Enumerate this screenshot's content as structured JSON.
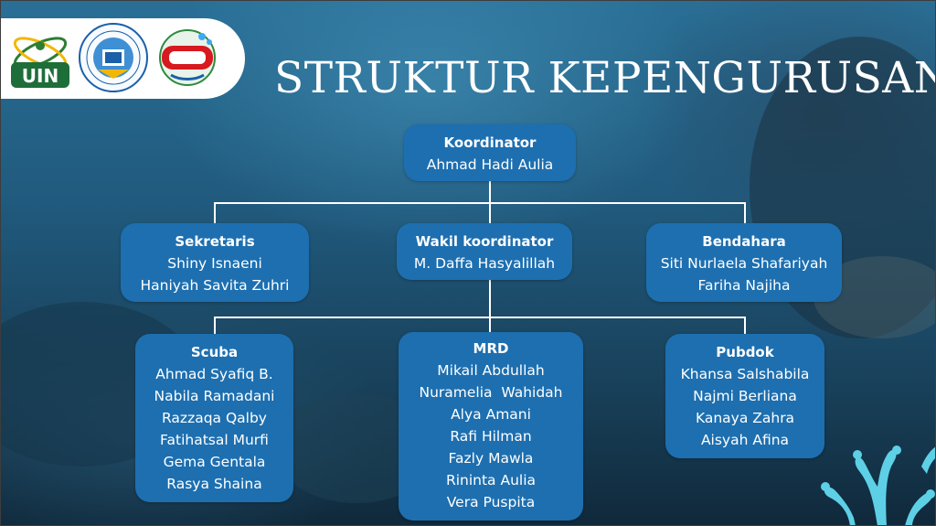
{
  "title": "STRUKTUR KEPENGURUSAN",
  "logos": [
    {
      "name": "uin-logo",
      "text": "UIN"
    },
    {
      "name": "university-seal-icon"
    },
    {
      "name": "diving-club-logo"
    }
  ],
  "colors": {
    "node": "#1d6fb0",
    "connector": "#ffffff",
    "text": "#ffffff"
  },
  "org": {
    "koordinator": {
      "role": "Koordinator",
      "names": [
        "Ahmad Hadi Aulia"
      ]
    },
    "sekretaris": {
      "role": "Sekretaris",
      "names": [
        "Shiny Isnaeni",
        "Haniyah Savita Zuhri"
      ]
    },
    "wakil": {
      "role": "Wakil koordinator",
      "names": [
        "M. Daffa Hasyalillah"
      ]
    },
    "bendahara": {
      "role": "Bendahara",
      "names": [
        "Siti Nurlaela Shafariyah",
        "Fariha Najiha"
      ]
    },
    "scuba": {
      "role": "Scuba",
      "names": [
        "Ahmad Syafiq B.",
        "Nabila Ramadani",
        "Razzaqa Qalby",
        "Fatihatsal Murfi",
        "Gema Gentala",
        "Rasya Shaina"
      ]
    },
    "mrd": {
      "role": "MRD",
      "names": [
        "Mikail Abdullah",
        "Nuramelia  Wahidah",
        "Alya Amani",
        "Rafi Hilman",
        "Fazly Mawla",
        "Rininta Aulia",
        "Vera Puspita"
      ]
    },
    "pubdok": {
      "role": "Pubdok",
      "names": [
        "Khansa Salshabila",
        "Najmi Berliana",
        "Kanaya Zahra",
        "Aisyah Afina"
      ]
    }
  }
}
